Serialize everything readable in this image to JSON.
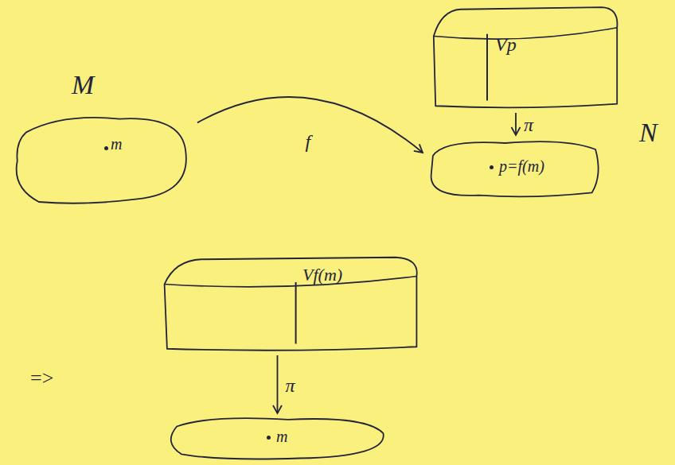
{
  "diagram": {
    "nodes": [
      {
        "text": [
          "M",
          "m"
        ]
      },
      {
        "text": [
          "Vp"
        ]
      },
      {
        "text": [
          "p=f(m)",
          "N"
        ]
      },
      {
        "text": [
          "Vf(m)"
        ]
      },
      {
        "text": [
          "m"
        ]
      }
    ],
    "edges": [
      {
        "from": 0,
        "to": 2,
        "label": "f",
        "arrow": "to"
      },
      {
        "from": 1,
        "to": 2,
        "label": "π",
        "arrow": "to"
      },
      {
        "from": 3,
        "to": 4,
        "label": "π",
        "arrow": "to"
      }
    ],
    "labels": [
      "=>"
    ]
  }
}
